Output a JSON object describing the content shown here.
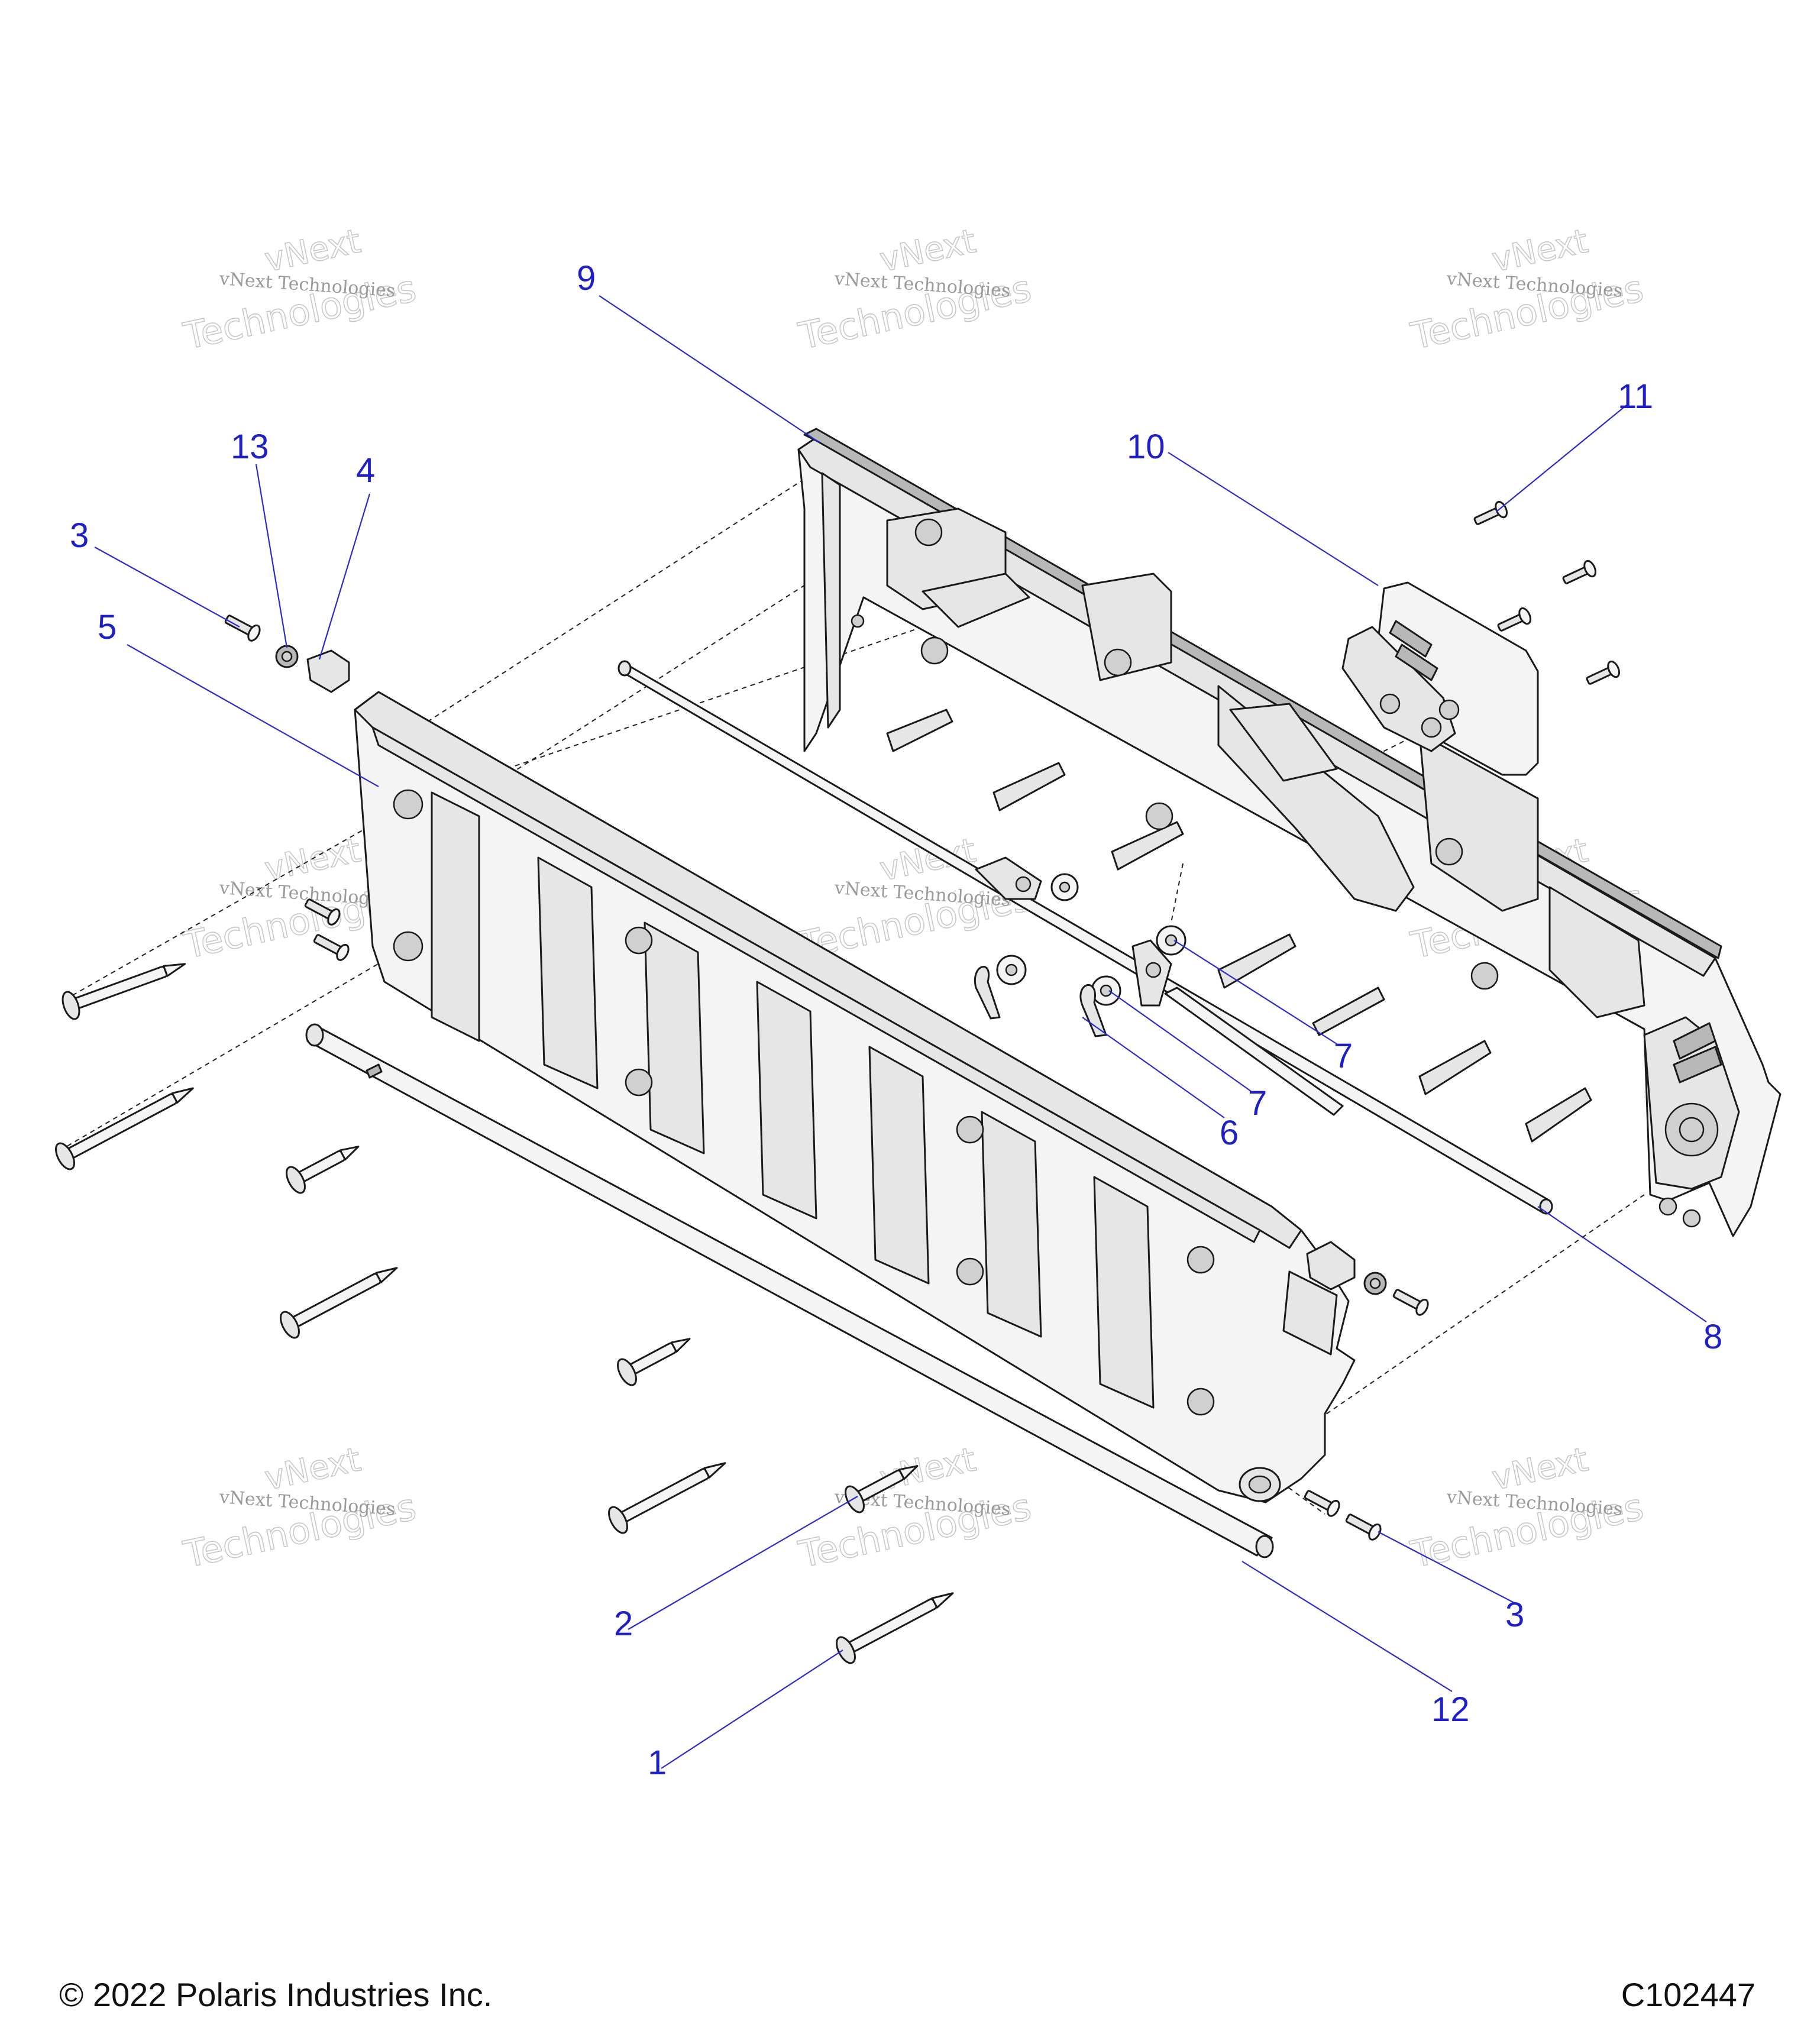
{
  "callouts": [
    {
      "id": "c1",
      "label": "1"
    },
    {
      "id": "c2",
      "label": "2"
    },
    {
      "id": "c3a",
      "label": "3"
    },
    {
      "id": "c3b",
      "label": "3"
    },
    {
      "id": "c4",
      "label": "4"
    },
    {
      "id": "c5",
      "label": "5"
    },
    {
      "id": "c6",
      "label": "6"
    },
    {
      "id": "c7a",
      "label": "7"
    },
    {
      "id": "c7b",
      "label": "7"
    },
    {
      "id": "c8",
      "label": "8"
    },
    {
      "id": "c9",
      "label": "9"
    },
    {
      "id": "c10",
      "label": "10"
    },
    {
      "id": "c11",
      "label": "11"
    },
    {
      "id": "c12",
      "label": "12"
    },
    {
      "id": "c13",
      "label": "13"
    }
  ],
  "watermark": {
    "line1": "vNext Technologies",
    "line2": "vNext",
    "line3": "Technologies"
  },
  "footer": {
    "copyright": "© 2022 Polaris Industries Inc.",
    "figure_id": "C102447"
  },
  "colors": {
    "callout": "#1f1fc8",
    "leader": "#2a2ad0",
    "line_art": "#1a1a1a",
    "watermark": "#9a9a9a"
  }
}
